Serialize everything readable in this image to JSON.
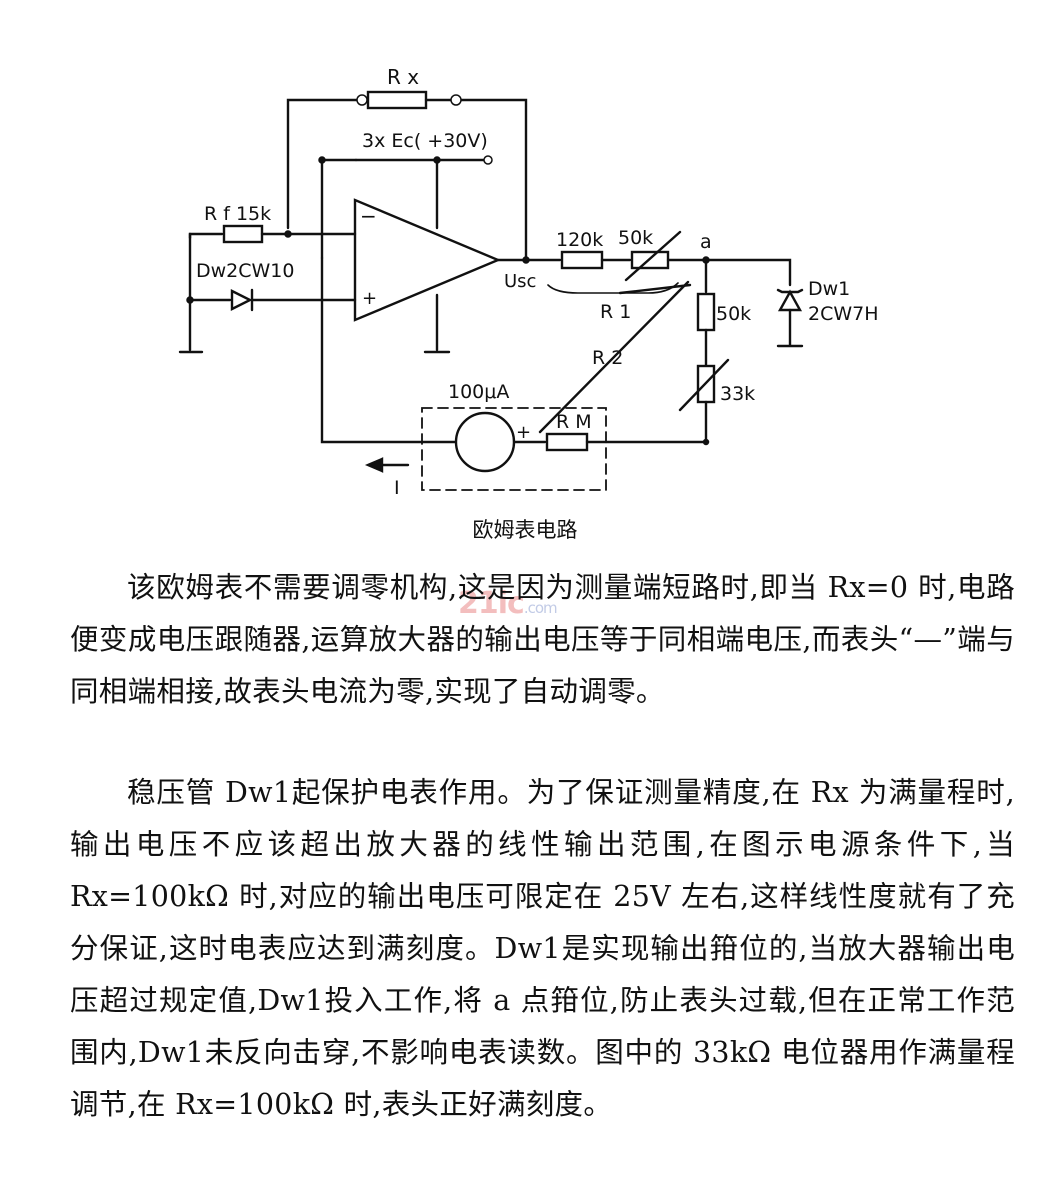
{
  "figure": {
    "labels": {
      "rx": "R x",
      "ec": "3x  Ec( +30V)",
      "rf": "R f 15k",
      "dw": "Dw2CW10",
      "r120k": "120k",
      "r50k_series": "50k",
      "node_a": "a",
      "usc": "Usc",
      "r1": "R 1",
      "r2": "R 2",
      "dw1": "Dw1",
      "dw1_type": "2CW7H",
      "r50k": "50k",
      "r33k": "33k",
      "meter": "100μA",
      "rm": "R M",
      "plus_meter": "+",
      "current": "I",
      "minus_in": "−",
      "plus_in": "+"
    },
    "caption": "欧姆表电路"
  },
  "watermark": {
    "main": "21ic",
    "sub": ".com"
  },
  "body": {
    "paragraph1": "该欧姆表不需要调零机构,这是因为测量端短路时,即当 Rx=0 时,电路便变成电压跟随器,运算放大器的输出电压等于同相端电压,而表头“—”端与同相端相接,故表头电流为零,实现了自动调零。",
    "paragraph2": "稳压管 Dw1起保护电表作用。为了保证测量精度,在 Rx 为满量程时,输出电压不应该超出放大器的线性输出范围,在图示电源条件下,当 Rx=100kΩ 时,对应的输出电压可限定在 25V 左右,这样线性度就有了充分保证,这时电表应达到满刻度。Dw1是实现输出箝位的,当放大器输出电压超过规定值,Dw1投入工作,将 a 点箝位,防止表头过载,但在正常工作范围内,Dw1未反向击穿,不影响电表读数。图中的 33kΩ 电位器用作满量程调节,在 Rx=100kΩ 时,表头正好满刻度。"
  }
}
